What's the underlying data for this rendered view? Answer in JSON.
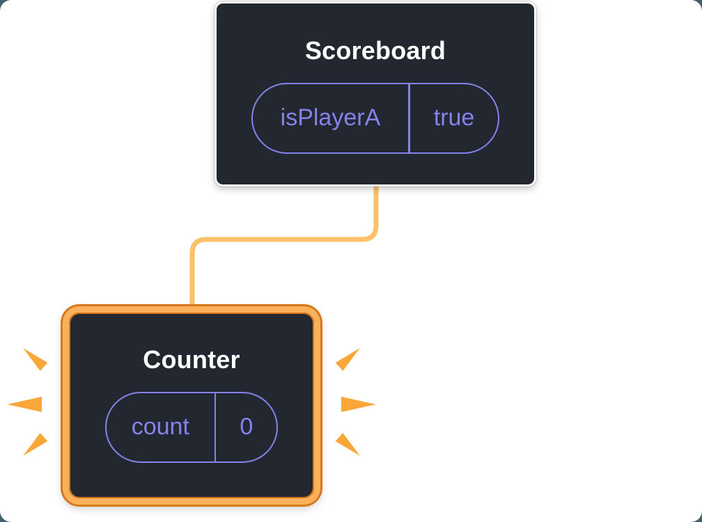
{
  "colors": {
    "page_bg": "#44606b",
    "canvas_bg": "#ffffff",
    "box_bg": "#23272f",
    "box_border": "#ffffff",
    "title_text": "#ffffff",
    "state_purple": "#8682ec",
    "connector": "#fcc068",
    "burst": "#faa638",
    "highlight_border": "#fbb159",
    "highlight_edge": "#d8771c"
  },
  "scoreboard": {
    "title": "Scoreboard",
    "state": {
      "name": "isPlayerA",
      "value": "true"
    }
  },
  "counter": {
    "title": "Counter",
    "state": {
      "name": "count",
      "value": "0"
    }
  }
}
